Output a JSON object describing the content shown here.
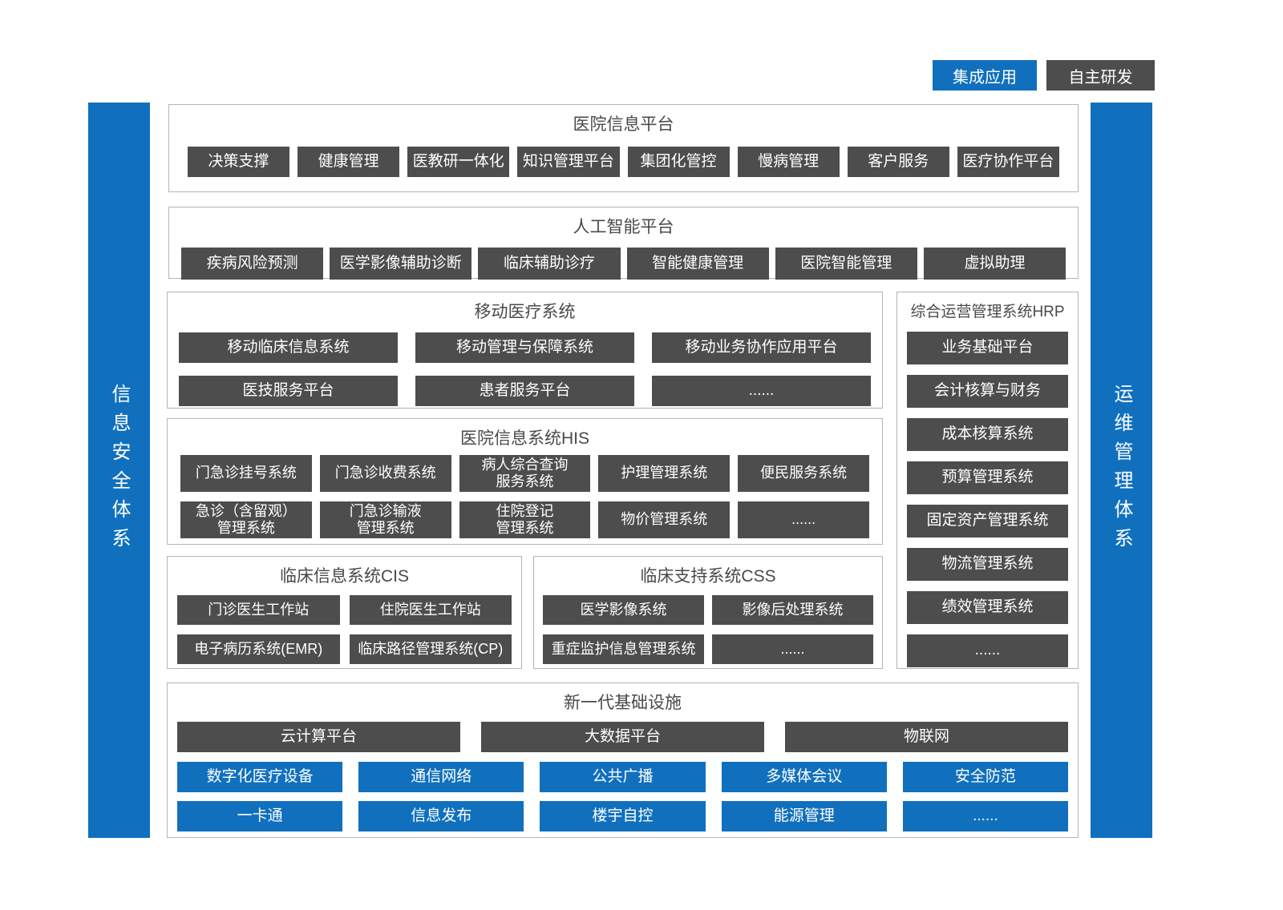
{
  "colors": {
    "blue": "#1170BE",
    "dark": "#4D4D4D",
    "border": "#B5B5B6",
    "title": "#4C4948"
  },
  "legend": {
    "integrated_label": "集成应用",
    "self_dev_label": "自主研发"
  },
  "sidebars": {
    "left": "信息安全体系",
    "right": "运维管理体系"
  },
  "sections": {
    "hip": {
      "title": "医院信息平台",
      "items": [
        "决策支撑",
        "健康管理",
        "医教研一体化",
        "知识管理平台",
        "集团化管控",
        "慢病管理",
        "客户服务",
        "医疗协作平台"
      ]
    },
    "ai": {
      "title": "人工智能平台",
      "items": [
        "疾病风险预测",
        "医学影像辅助诊断",
        "临床辅助诊疗",
        "智能健康管理",
        "医院智能管理",
        "虚拟助理"
      ]
    },
    "mobile": {
      "title": "移动医疗系统",
      "row1": [
        "移动临床信息系统",
        "移动管理与保障系统",
        "移动业务协作应用平台"
      ],
      "row2": [
        "医技服务平台",
        "患者服务平台",
        "......"
      ]
    },
    "hrp": {
      "title": "综合运营管理系统HRP",
      "items": [
        "业务基础平台",
        "会计核算与财务",
        "成本核算系统",
        "预算管理系统",
        "固定资产管理系统",
        "物流管理系统",
        "绩效管理系统",
        "......"
      ]
    },
    "his": {
      "title": "医院信息系统HIS",
      "row1": [
        "门急诊挂号系统",
        "门急诊收费系统",
        "病人综合查询\n服务系统",
        "护理管理系统",
        "便民服务系统"
      ],
      "row2": [
        "急诊（含留观）\n管理系统",
        "门急诊输液\n管理系统",
        "住院登记\n管理系统",
        "物价管理系统",
        "......"
      ]
    },
    "cis": {
      "title": "临床信息系统CIS",
      "row1": [
        "门诊医生工作站",
        "住院医生工作站"
      ],
      "row2": [
        "电子病历系统(EMR)",
        "临床路径管理系统(CP)"
      ]
    },
    "css": {
      "title": "临床支持系统CSS",
      "row1": [
        "医学影像系统",
        "影像后处理系统"
      ],
      "row2": [
        "重症监护信息管理系统",
        "......"
      ]
    },
    "infra": {
      "title": "新一代基础设施",
      "dark_row": [
        "云计算平台",
        "大数据平台",
        "物联网"
      ],
      "blue_row1": [
        "数字化医疗设备",
        "通信网络",
        "公共广播",
        "多媒体会议",
        "安全防范"
      ],
      "blue_row2": [
        "一卡通",
        "信息发布",
        "楼宇自控",
        "能源管理",
        "......"
      ]
    }
  }
}
